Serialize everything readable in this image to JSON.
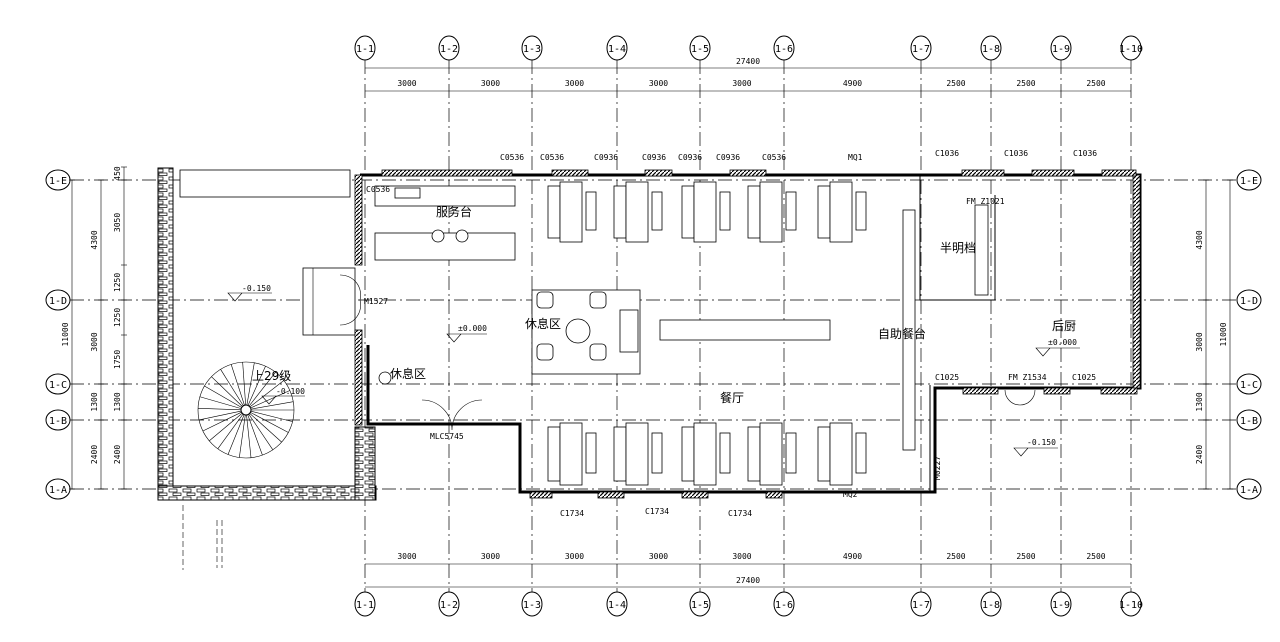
{
  "plan": {
    "axes_x": [
      "1-1",
      "1-2",
      "1-3",
      "1-4",
      "1-5",
      "1-6",
      "1-7",
      "1-8",
      "1-9",
      "1-10"
    ],
    "axes_y": [
      "1-E",
      "1-D",
      "1-C",
      "1-B",
      "1-A"
    ],
    "dims_x": [
      "3000",
      "3000",
      "3000",
      "3000",
      "3000",
      "4900",
      "2500",
      "2500",
      "2500"
    ],
    "total_x": "27400",
    "dims_left_outer": [
      "4300",
      "3000",
      "1300",
      "2400"
    ],
    "dims_left_inner": [
      "450",
      "3050",
      "1250",
      "1250",
      "1750",
      "1300",
      "2400"
    ],
    "total_y": "11000",
    "dims_right": [
      "4300",
      "3000",
      "1300",
      "2400"
    ],
    "rooms": {
      "service_desk": "服务台",
      "lounge_1": "休息区",
      "lounge_2": "休息区",
      "dining": "餐厅",
      "buffet": "自助餐台",
      "open_kitchen": "半明档",
      "back_kitchen": "后厨",
      "stair": "上29级"
    },
    "levels": {
      "courtyard": "-0.150",
      "hall": "±0.000",
      "stair": "-0.100",
      "kitchen": "±0.000",
      "rear": "-0.150"
    },
    "openings_top": [
      "C0536",
      "C0536",
      "C0936",
      "C0936",
      "C0936",
      "C0936",
      "C0536",
      "MQ1",
      "C1036",
      "C1036",
      "C1036"
    ],
    "openings_bottom": [
      "C1734",
      "C1734",
      "C1734",
      "MQ2"
    ],
    "openings_other": {
      "side_door": "M1527",
      "small_window": "C0536",
      "lounge_door": "MLC5745",
      "kitchen_fire_door": "FM Z1021",
      "kitchen_window_1": "C1025",
      "kitchen_fire_door_2": "FM Z1534",
      "kitchen_window_2": "C1025",
      "rear_door": "M0227"
    }
  }
}
